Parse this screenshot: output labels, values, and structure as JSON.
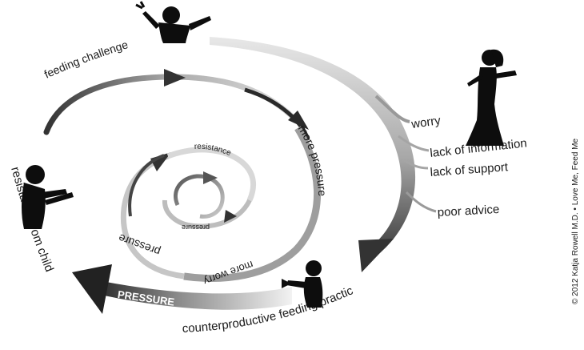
{
  "labels": {
    "feeding_challenge": "feeding challenge",
    "worry": "worry",
    "lack_of_information": "lack of information",
    "lack_of_support": "lack of support",
    "poor_advice": "poor advice",
    "more_pressure": "more pressure",
    "resistance_inner": "resistance",
    "pressure_inner": "pressure",
    "pressure_mid": "pressure",
    "more_worry": "more worry",
    "resistance_from_child": "resistance from child",
    "pressure_arrow": "PRESSURE",
    "counterproductive": "counterproductive feeding practice"
  },
  "credit": "© 2012 Katja Rowell M.D.  •  Love Me, Feed Me",
  "colors": {
    "dark": "#111111",
    "spiral_mid": "#9a9a9a",
    "spiral_light": "#d6d6d6"
  }
}
